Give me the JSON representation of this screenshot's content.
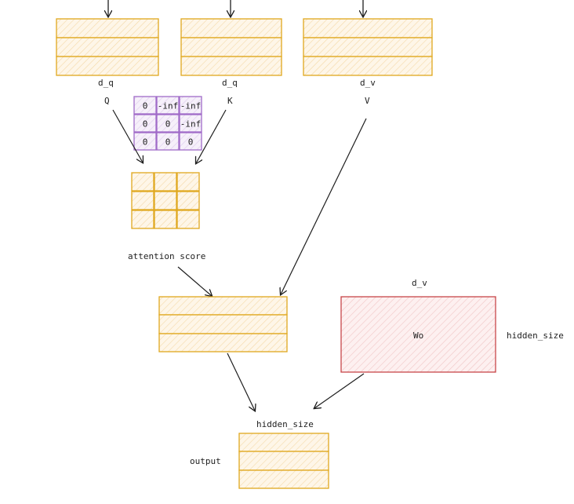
{
  "labels": {
    "q_dim": "d_q",
    "k_dim": "d_q",
    "v_dim": "d_v",
    "q": "Q",
    "k": "K",
    "v": "V",
    "attention_score": "attention score",
    "wo_top": "d_v",
    "wo": "Wo",
    "wo_right": "hidden_size",
    "output_top": "hidden_size",
    "output": "output"
  },
  "mask": [
    [
      "0",
      "-inf",
      "-inf"
    ],
    [
      "0",
      "0",
      "-inf"
    ],
    [
      "0",
      "0",
      "0"
    ]
  ],
  "colors": {
    "matrix_stroke": "#e0a81e",
    "matrix_fill": "#fdf0d8",
    "mask_stroke": "#a06bc8",
    "mask_fill": "#eee4f6",
    "wo_stroke": "#c8474a",
    "wo_fill": "#fbe3e3",
    "arrow": "#1e1e1e"
  }
}
